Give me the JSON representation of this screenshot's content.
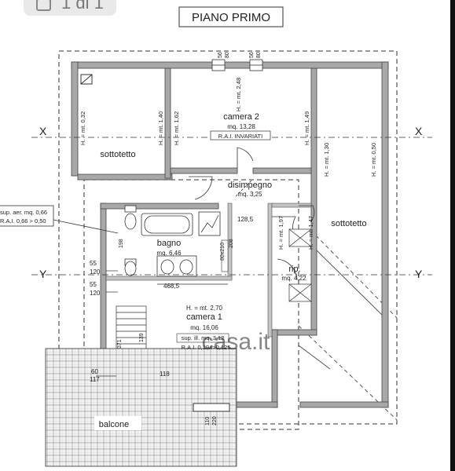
{
  "header": {
    "photo_counter": "1 di 1"
  },
  "plan": {
    "title": "PIANO PRIMO",
    "section_marks": {
      "x": "X",
      "y": "Y"
    },
    "rooms": {
      "camera2": {
        "name": "camera 2",
        "area": "mq. 13,28",
        "note": "R.A.I. INVARIATI"
      },
      "disimpegno": {
        "name": "disimpegno",
        "area": "mq. 3,25"
      },
      "bagno": {
        "name": "bagno",
        "area": "mq. 6,46"
      },
      "camera1": {
        "name": "camera 1",
        "height": "H. = mt. 2,70",
        "area": "mq. 16,06",
        "sup_ill": "sup. ill. mq. 3,12",
        "rai": "R.A.I. 0,194>0,125"
      },
      "rip": {
        "name": "rip.",
        "area": "mq. 4,22"
      },
      "sottotetto_left": {
        "name": "sottotetto"
      },
      "sottotetto_right": {
        "name": "sottotetto"
      },
      "balcone": {
        "name": "balcone"
      }
    },
    "callout": {
      "line1": "sup. aer. mq. 0,66",
      "line2": "R.A.I. 0,66 > 0,50"
    },
    "heights": {
      "h032": "H. = mt. 0,32",
      "h140": "H. = mt. 1,40",
      "h162": "H. = mt. 1,62",
      "h248": "H. = mt. 2,48",
      "h149": "H. = mt. 1,49",
      "h130": "H. = mt. 1,30",
      "h050": "H. = mt. 0,50",
      "h197": "H. = mt. 1,97",
      "h147": "H. = mt. 1,47"
    },
    "dims": {
      "d56a": "56",
      "d80a": "80",
      "d56b": "56",
      "d80b": "80",
      "d1285": "128,5",
      "d198": "198",
      "d80x210": "80x210",
      "d208": "208",
      "d55a": "55",
      "d120a": "120",
      "d55b": "55",
      "d120b": "120",
      "d4685": "468,5",
      "d371": "371",
      "d139": "139",
      "d60": "60",
      "d117": "117",
      "d118": "118",
      "d110": "110",
      "d220": "220"
    },
    "watermark": "casa.it"
  }
}
